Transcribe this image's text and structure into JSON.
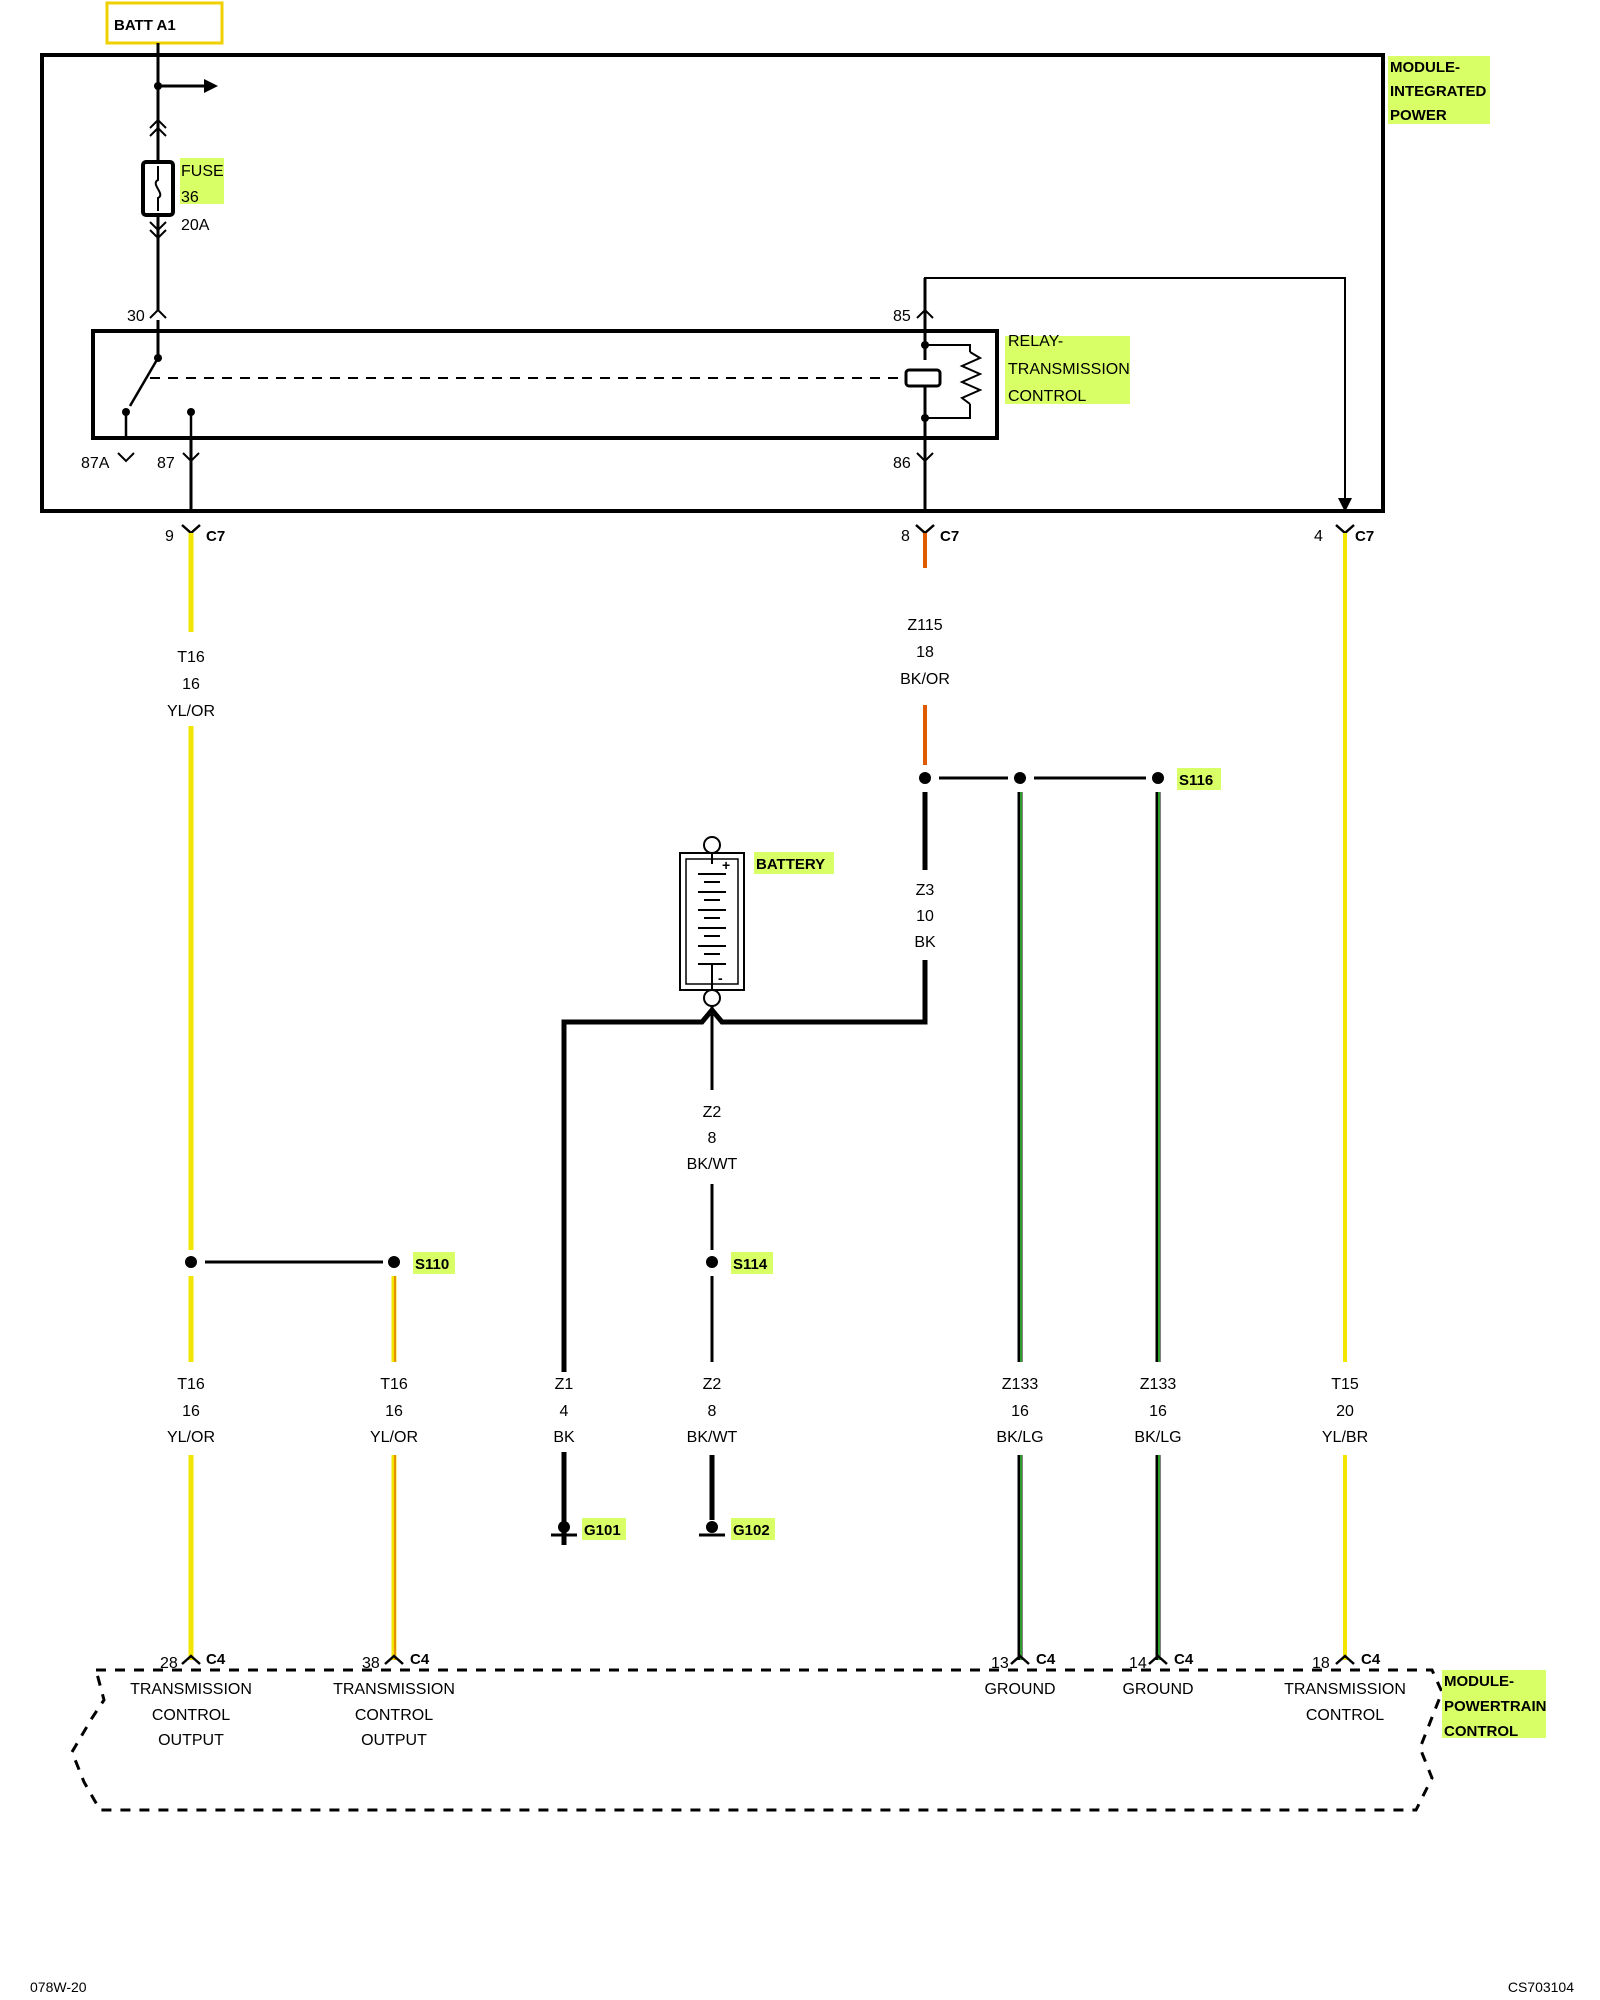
{
  "batt": {
    "label": "BATT A1"
  },
  "ipm": {
    "line1": "MODULE-",
    "line2": "INTEGRATED",
    "line3": "POWER"
  },
  "fuse": {
    "name": "FUSE",
    "number": "36",
    "rating": "20A"
  },
  "relay": {
    "line1": "RELAY-",
    "line2": "TRANSMISSION",
    "line3": "CONTROL",
    "pin30": "30",
    "pin85": "85",
    "pin87a": "87A",
    "pin87": "87",
    "pin86": "86"
  },
  "c7": {
    "name": "C7",
    "left_pin": "9",
    "mid_pin": "8",
    "right_pin": "4"
  },
  "wires": {
    "t16_top": {
      "circuit": "T16",
      "gauge": "16",
      "color": "YL/OR"
    },
    "z115": {
      "circuit": "Z115",
      "gauge": "18",
      "color": "BK/OR"
    },
    "z3": {
      "circuit": "Z3",
      "gauge": "10",
      "color": "BK"
    },
    "z2_top": {
      "circuit": "Z2",
      "gauge": "8",
      "color": "BK/WT"
    },
    "t16_a": {
      "circuit": "T16",
      "gauge": "16",
      "color": "YL/OR"
    },
    "t16_b": {
      "circuit": "T16",
      "gauge": "16",
      "color": "YL/OR"
    },
    "z1": {
      "circuit": "Z1",
      "gauge": "4",
      "color": "BK"
    },
    "z2_bot": {
      "circuit": "Z2",
      "gauge": "8",
      "color": "BK/WT"
    },
    "z133_a": {
      "circuit": "Z133",
      "gauge": "16",
      "color": "BK/LG"
    },
    "z133_b": {
      "circuit": "Z133",
      "gauge": "16",
      "color": "BK/LG"
    },
    "t15": {
      "circuit": "T15",
      "gauge": "20",
      "color": "YL/BR"
    }
  },
  "splices": {
    "s110": "S110",
    "s114": "S114",
    "s116": "S116"
  },
  "battery": {
    "label": "BATTERY"
  },
  "grounds": {
    "g101": "G101",
    "g102": "G102"
  },
  "c4": {
    "name": "C4",
    "pins": [
      "28",
      "38",
      "13",
      "14",
      "18"
    ],
    "functions": [
      {
        "line1": "TRANSMISSION",
        "line2": "CONTROL",
        "line3": "OUTPUT"
      },
      {
        "line1": "TRANSMISSION",
        "line2": "CONTROL",
        "line3": "OUTPUT"
      },
      {
        "line1": "GROUND"
      },
      {
        "line1": "GROUND"
      },
      {
        "line1": "TRANSMISSION",
        "line2": "CONTROL"
      }
    ]
  },
  "pcm": {
    "line1": "MODULE-",
    "line2": "POWERTRAIN",
    "line3": "CONTROL"
  },
  "footer": {
    "left": "078W-20",
    "right": "CS703104"
  },
  "colors": {
    "yellow": "#f2e600",
    "orange": "#e05a00",
    "green": "#2e9e2e",
    "highlight": "#d9ff66",
    "batt_box": "#f0d000"
  }
}
